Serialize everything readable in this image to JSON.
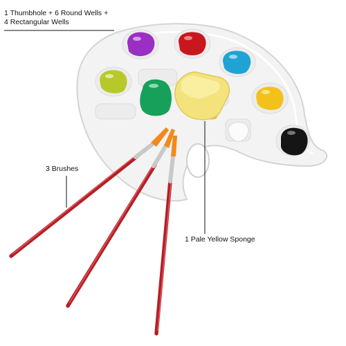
{
  "callouts": {
    "wells_line1": "1 Thumbhole + 6 Round Wells +",
    "wells_line2": "4 Rectangular Wells",
    "brushes": "3 Brushes",
    "sponge": "1 Pale Yellow Sponge"
  },
  "colors": {
    "background": "#ffffff",
    "palette_body": "#f4f4f4",
    "palette_edge": "#d6d6d6",
    "paint_purple": "#9b2fc4",
    "paint_red": "#c8171d",
    "paint_blue": "#1fa3d4",
    "paint_yellow_green": "#b7c92a",
    "paint_green": "#16a05a",
    "paint_yellow": "#f2c21a",
    "paint_white": "#f8f8f8",
    "paint_black": "#151515",
    "sponge": "#f4e37c",
    "brush_handle": "#b51e26",
    "brush_ferrule": "#c8c8c8",
    "brush_bristles": "#f08a1c"
  },
  "wells": [
    {
      "color": "purple"
    },
    {
      "color": "red"
    },
    {
      "color": "blue"
    },
    {
      "color": "yellow-green"
    },
    {
      "color": "green"
    },
    {
      "color": "yellow"
    },
    {
      "color": "white"
    },
    {
      "color": "black"
    }
  ]
}
